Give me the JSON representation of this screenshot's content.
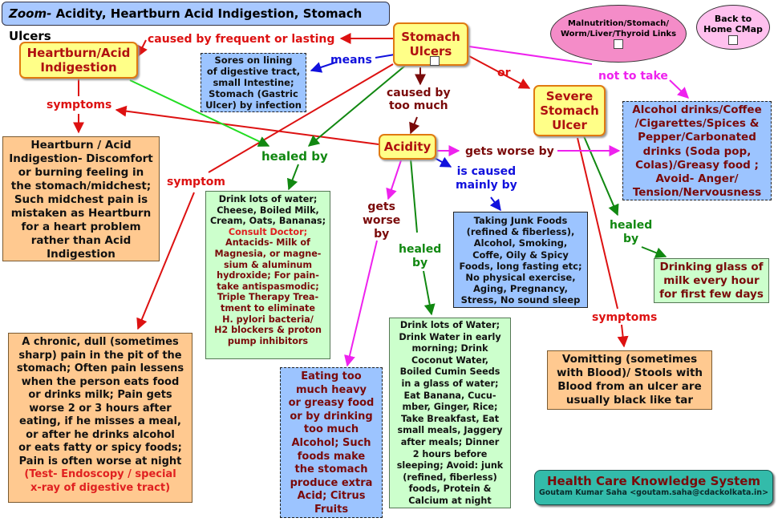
{
  "title_bar": {
    "zoom": "Zoom-",
    "text": "Acidity, Heartburn Acid Indigestion, Stomach Ulcers"
  },
  "nav": {
    "links_label": "Malnutrition/Stomach/\nWorm/Liver/Thyroid Links",
    "back_label": "Back to\nHome CMap"
  },
  "nodes": {
    "stomach_ulcers": "Stomach\nUlcers",
    "heartburn": "Heartburn/Acid\nIndigestion",
    "acidity": "Acidity",
    "severe_ulcer": "Severe\nStomach\nUlcer",
    "sores": "Sores on lining\nof digestive tract,\nsmall Intestine;\nStomach (Gastric\nUlcer) by infection",
    "heartburn_desc": "Heartburn / Acid\nIndigestion- Discomfort\nor burning feeling in\nthe stomach/midchest;\nSuch midchest pain is\nmistaken as Heartburn\nfor a heart problem\nrather than Acid\nIndigestion",
    "chronic_pain": "A chronic, dull (sometimes\nsharp) pain in the pit of the\nstomach; Often pain lessens\nwhen the person eats food\nor drinks milk; Pain gets\nworse 2 or 3 hours after\neating, if he misses a meal,\nor after he drinks alcohol\nor eats fatty or spicy foods;\nPain is often worse at night",
    "chronic_test": "(Test- Endoscopy / special\nx-ray of digestive tract)",
    "remedy_a": "Drink lots of water;\nCheese, Boiled Milk,\nCream, Oats, Bananas;",
    "remedy_consult": "Consult Doctor;",
    "remedy_b": "Antacids- Milk of\nMagnesia, or magne-\nsium & aluminum\nhydroxide; For pain-\ntake antispasmodic;\nTriple Therapy Trea-\ntment to eliminate\nH. pylori bacteria/\nH2 blockers & proton\npump inhibitors",
    "junk": "Taking Junk Foods\n(refined & fiberless),\nAlcohol, Smoking,\nCoffe, Oily & Spicy\nFoods, long fasting etc;\nNo physical exercise,\nAging, Pregnancy,\nStress, No sound sleep",
    "avoid": "Alcohol drinks/Coffee\n/Cigarettes/Spices &\nPepper/Carbonated\ndrinks (Soda pop,\nColas)/Greasy food ;\nAvoid- Anger/\nTension/Nervousness",
    "milk": "Drinking glass of\nmilk every hour\nfor first few days",
    "vomit": "Vomitting (sometimes\nwith Blood)/ Stools with\nBlood from an ulcer are\nusually black  like tar",
    "heavy_food": "Eating too\nmuch heavy\nor greasy food\nor by drinking\ntoo much\nAlcohol; Such\nfoods make\nthe stomach\nproduce extra\nAcid; Citrus\nFruits",
    "water": "Drink lots of Water;\nDrink Water in early\nmorning; Drink\nCoconut Water,\nBoiled Cumin Seeds\nin a glass of water;\nEat Banana, Cucu-\nmber, Ginger, Rice;\nTake Breakfast, Eat\nsmall meals, Jaggery\nafter meals; Dinner\n2 hours before\nsleeping; Avoid: junk\n(refined, fiberless)\nfoods, Protein &\nCalcium at night"
  },
  "labels": {
    "caused_by_frequent": "caused by frequent or lasting",
    "means": "means",
    "caused_by_too_much": "caused by\ntoo much",
    "or": "or",
    "not_to_take": "not to take",
    "symptoms_left": "symptoms",
    "symptom": "symptom",
    "healed_by_main": "healed by",
    "gets_worse_by_right": "gets worse by",
    "is_caused_mainly_by": "is caused\nmainly by",
    "gets_worse_by_down": "gets\nworse\nby",
    "healed_by_acidity": "healed\nby",
    "healed_by_severe": "healed\nby",
    "symptoms_severe": "symptoms"
  },
  "footer": {
    "title": "Health Care Knowledge System",
    "author": "Goutam Kumar Saha <goutam.saha@cdackolkata.in>"
  },
  "colors": {
    "red_link": "#dd1111",
    "blue_link": "#1111dd",
    "green_link": "#118811",
    "magenta_link": "#ee22ee",
    "darkred_link": "#7a0a0a"
  }
}
